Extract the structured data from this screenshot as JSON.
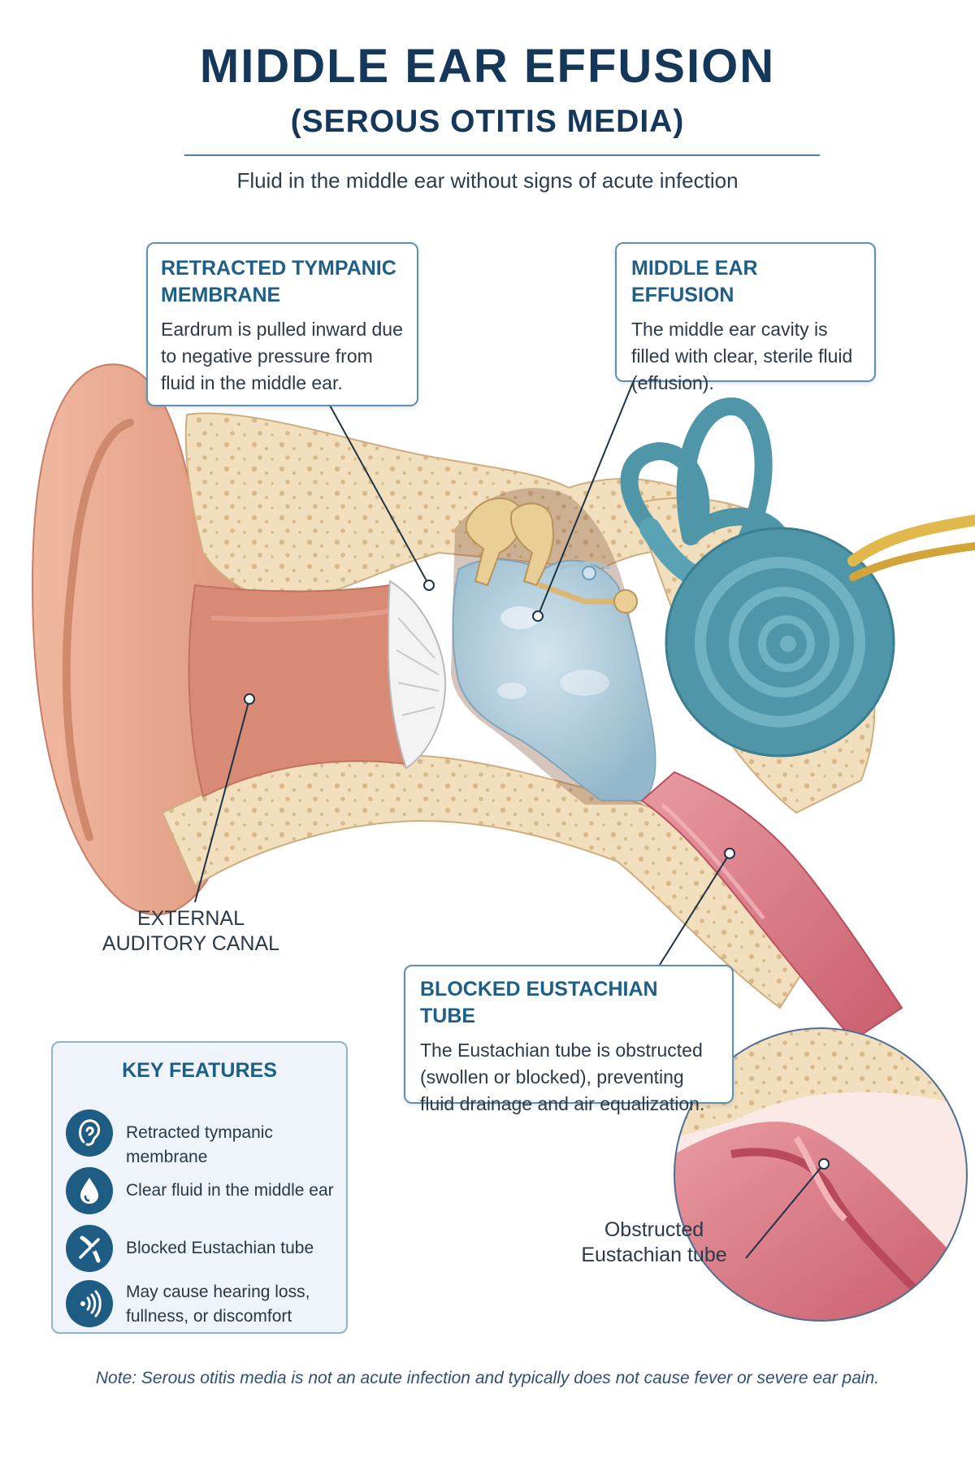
{
  "header": {
    "title": "MIDDLE EAR EFFUSION",
    "subtitle": "(SEROUS OTITIS MEDIA)",
    "tagline": "Fluid in the middle ear without signs of acute infection"
  },
  "callouts": {
    "retracted": {
      "heading": "RETRACTED TYMPANIC MEMBRANE",
      "body": "Eardrum is pulled inward due to negative pressure from fluid in the middle ear."
    },
    "effusion": {
      "heading": "MIDDLE EAR EFFUSION",
      "body": "The middle ear cavity is filled with clear, sterile fluid (effusion)."
    },
    "eustachian": {
      "heading": "BLOCKED EUSTACHIAN TUBE",
      "body": "The Eustachian tube is obstructed (swollen or blocked), preventing fluid drainage and air equalization."
    }
  },
  "labels": {
    "external_canal": "EXTERNAL AUDITORY CANAL",
    "obstructed_tube": "Obstructed Eustachian tube"
  },
  "key_features": {
    "title": "KEY FEATURES",
    "items": [
      {
        "icon": "ear-icon",
        "text": "Retracted tympanic membrane"
      },
      {
        "icon": "droplet-icon",
        "text": "Clear fluid in the middle ear"
      },
      {
        "icon": "blocked-tube-icon",
        "text": "Blocked Eustachian tube"
      },
      {
        "icon": "sound-waves-icon",
        "text": "May cause hearing loss, fullness, or discomfort"
      }
    ]
  },
  "note": "Note: Serous otitis media is not an acute infection and typically does not cause fever or severe ear pain.",
  "colors": {
    "title": "#14375a",
    "accent": "#1d5f86",
    "skin": "#e9a98f",
    "bone": "#f1dfbd",
    "fluid": "#a9cbdc",
    "cochlea": "#4f96a8",
    "tube_mucosa": "#d9727f"
  }
}
